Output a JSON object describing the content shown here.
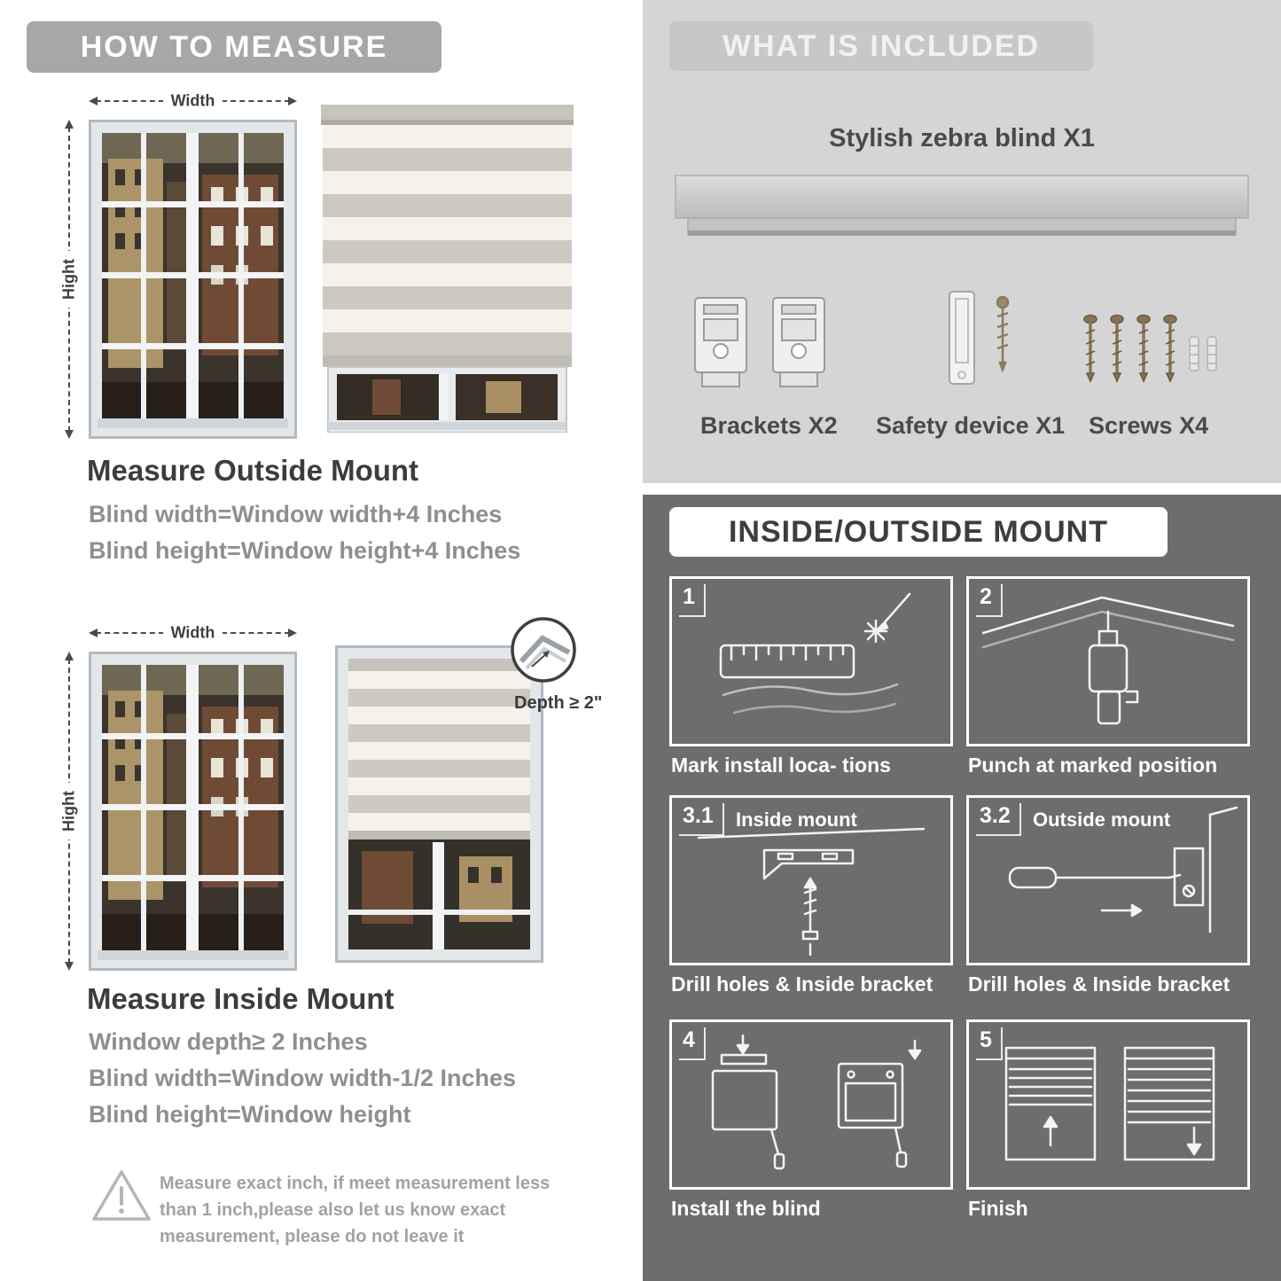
{
  "palette": {
    "banner_gray": "#a7a7a7",
    "light_section_bg": "#d5d5d5",
    "dark_section_bg": "#6d6d6d"
  },
  "left": {
    "header": "HOW TO MEASURE",
    "outside": {
      "width_label": "Width",
      "height_label": "Hight",
      "title": "Measure Outside Mount",
      "lines": [
        "Blind width=Window width+4 Inches",
        "Blind height=Window height+4 Inches"
      ]
    },
    "inside": {
      "width_label": "Width",
      "height_label": "Hight",
      "depth_label": "Depth ≥ 2\"",
      "title": "Measure Inside Mount",
      "lines": [
        "Window depth≥ 2 Inches",
        "Blind width=Window width-1/2 Inches",
        "Blind height=Window height"
      ]
    },
    "warning": "Measure exact inch, if meet measurement less than 1 inch,please also let us know exact measurement, please do not leave it"
  },
  "included": {
    "header": "WHAT IS INCLUDED",
    "product": "Stylish zebra blind X1",
    "items": [
      {
        "label": "Brackets X2"
      },
      {
        "label": "Safety device X1"
      },
      {
        "label": "Screws X4"
      }
    ]
  },
  "mount": {
    "header": "INSIDE/OUTSIDE MOUNT",
    "steps": [
      {
        "num": "1",
        "title": "",
        "caption": "Mark install loca- tions"
      },
      {
        "num": "2",
        "title": "",
        "caption": "Punch at  marked position"
      },
      {
        "num": "3.1",
        "title": "Inside mount",
        "caption": "Drill holes &  Inside bracket"
      },
      {
        "num": "3.2",
        "title": "Outside mount",
        "caption": "Drill holes &  Inside bracket"
      },
      {
        "num": "4",
        "title": "",
        "caption": "Install the blind"
      },
      {
        "num": "5",
        "title": "",
        "caption": "Finish"
      }
    ]
  }
}
